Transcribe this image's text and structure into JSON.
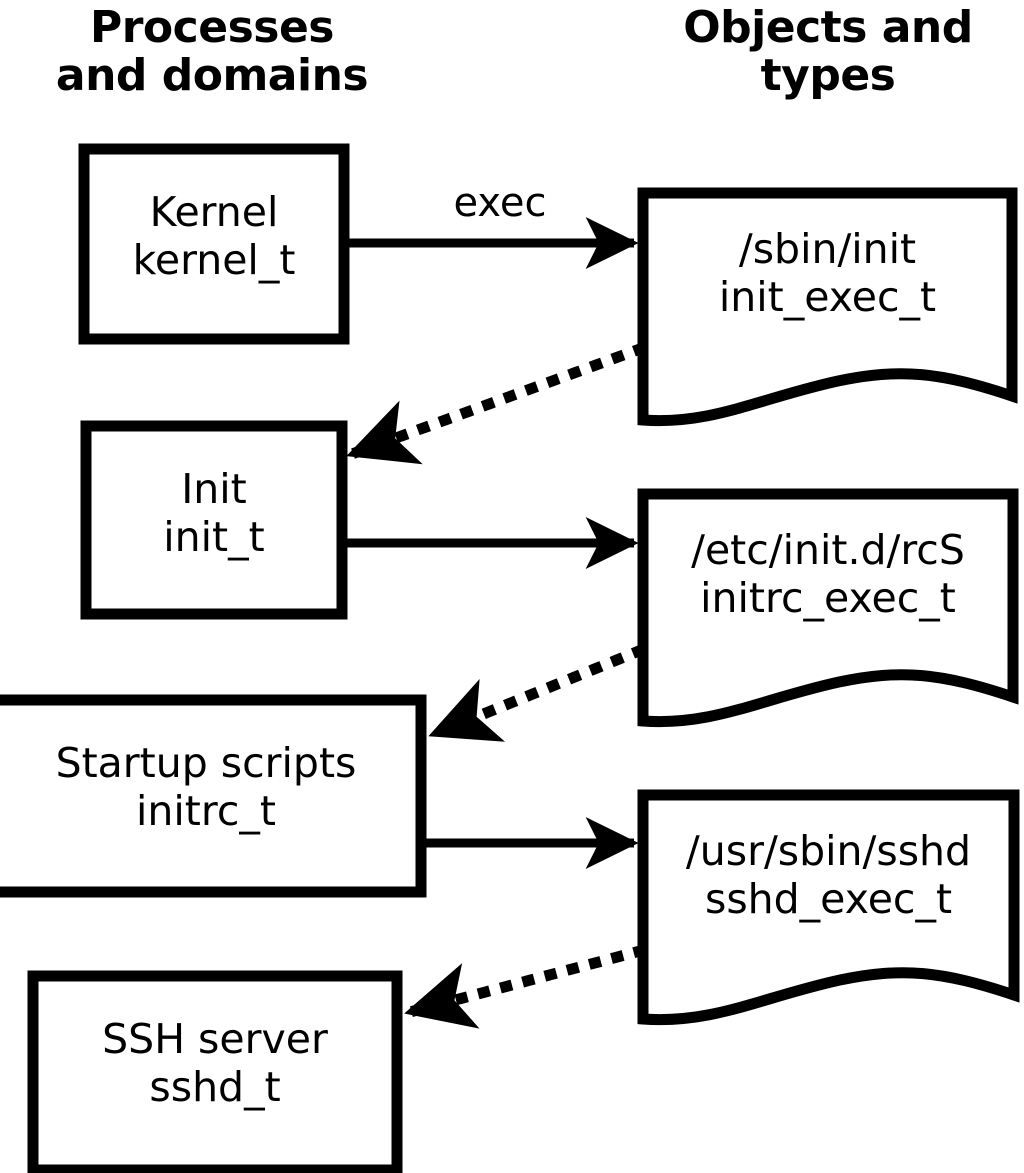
{
  "columns": {
    "left_header": "Processes\nand domains",
    "right_header": "Objects and\ntypes"
  },
  "process_nodes": [
    {
      "id": "kernel",
      "name": "Kernel",
      "type": "kernel_t",
      "label": "Kernel\nkernel_t"
    },
    {
      "id": "init",
      "name": "Init",
      "type": "init_t",
      "label": "Init\ninit_t"
    },
    {
      "id": "initrc",
      "name": "Startup scripts",
      "type": "initrc_t",
      "label": "Startup scripts\ninitrc_t"
    },
    {
      "id": "sshd",
      "name": "SSH server",
      "type": "sshd_t",
      "label": "SSH server\nsshd_t"
    }
  ],
  "object_nodes": [
    {
      "id": "init_exec",
      "path": "/sbin/init",
      "type": "init_exec_t",
      "label": "/sbin/init\ninit_exec_t"
    },
    {
      "id": "initrc_exec",
      "path": "/etc/init.d/rcS",
      "type": "initrc_exec_t",
      "label": "/etc/init.d/rcS\ninitrc_exec_t"
    },
    {
      "id": "sshd_exec",
      "path": "/usr/sbin/sshd",
      "type": "sshd_exec_t",
      "label": "/usr/sbin/sshd\nsshd_exec_t"
    }
  ],
  "edges": [
    {
      "id": "kernel-exec-init",
      "from": "kernel",
      "to": "init_exec",
      "style": "solid",
      "label": "exec"
    },
    {
      "id": "init_exec-transition",
      "from": "init_exec",
      "to": "init",
      "style": "dotted",
      "label": ""
    },
    {
      "id": "init-exec-initrc",
      "from": "init",
      "to": "initrc_exec",
      "style": "solid",
      "label": ""
    },
    {
      "id": "initrc_exec-transition",
      "from": "initrc_exec",
      "to": "initrc",
      "style": "dotted",
      "label": ""
    },
    {
      "id": "initrc-exec-sshd",
      "from": "initrc",
      "to": "sshd_exec",
      "style": "solid",
      "label": ""
    },
    {
      "id": "sshd_exec-transition",
      "from": "sshd_exec",
      "to": "sshd",
      "style": "dotted",
      "label": ""
    }
  ],
  "colors": {
    "stroke": "#000000",
    "fill": "#ffffff",
    "text": "#000000"
  }
}
